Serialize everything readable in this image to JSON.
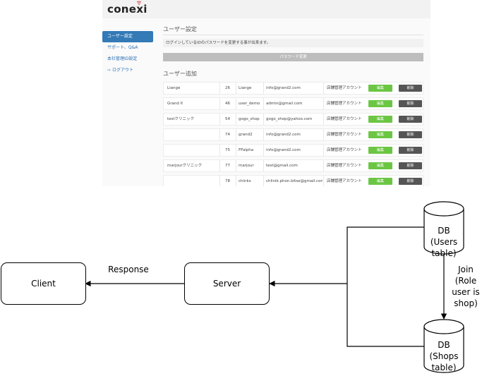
{
  "app": {
    "logo": "conexi",
    "sidebar": [
      {
        "label": "ユーザー設定",
        "active": true
      },
      {
        "label": "サポート、Q&A",
        "active": false
      },
      {
        "label": "本社管理ID設定",
        "active": false
      },
      {
        "label": "ログアウト",
        "active": false
      }
    ],
    "user_settings_title": "ユーザー設定",
    "notice": "ログインしているIDのパスワードを変更する事が出来ます。",
    "password_button": "パスワード変更",
    "user_add_title": "ユーザー追加",
    "edit_label": "編集",
    "delete_label": "削除",
    "rows": [
      {
        "shop": "Liange",
        "id": "26",
        "user": "Liange",
        "email": "info@grand2.com",
        "role": "店舗管理アカウント"
      },
      {
        "shop": "Grand II",
        "id": "46",
        "user": "user_demo",
        "email": "admin@gmail.com",
        "role": "店舗管理アカウント"
      },
      {
        "shop": "testクリニック",
        "id": "54",
        "user": "gogo_shop",
        "email": "gogo_shop@yahoo.com",
        "role": "店舗管理アカウント"
      },
      {
        "shop": "",
        "id": "74",
        "user": "grand2",
        "email": "info@grand2.com",
        "role": "店舗管理アカウント"
      },
      {
        "shop": "",
        "id": "75",
        "user": "FFalpha",
        "email": "info@grand2.com",
        "role": "店舗管理アカウント"
      },
      {
        "shop": "marjourクリニック",
        "id": "77",
        "user": "marjour",
        "email": "test@gmail.com",
        "role": "店舗管理アカウント"
      },
      {
        "shop": "",
        "id": "78",
        "user": "chinks",
        "email": "chlinik.phon.bitse@gmail.com",
        "role": "店舗管理アカウント"
      }
    ],
    "colors": {
      "edit": "#6cc644",
      "delete": "#555555",
      "active_nav": "#337ab7"
    }
  },
  "diagram": {
    "client": "Client",
    "server": "Server",
    "response": "Response",
    "db_users": "DB (Users table)",
    "db_shops": "DB (Shops table)",
    "join": "Join (Role user is shop)"
  }
}
